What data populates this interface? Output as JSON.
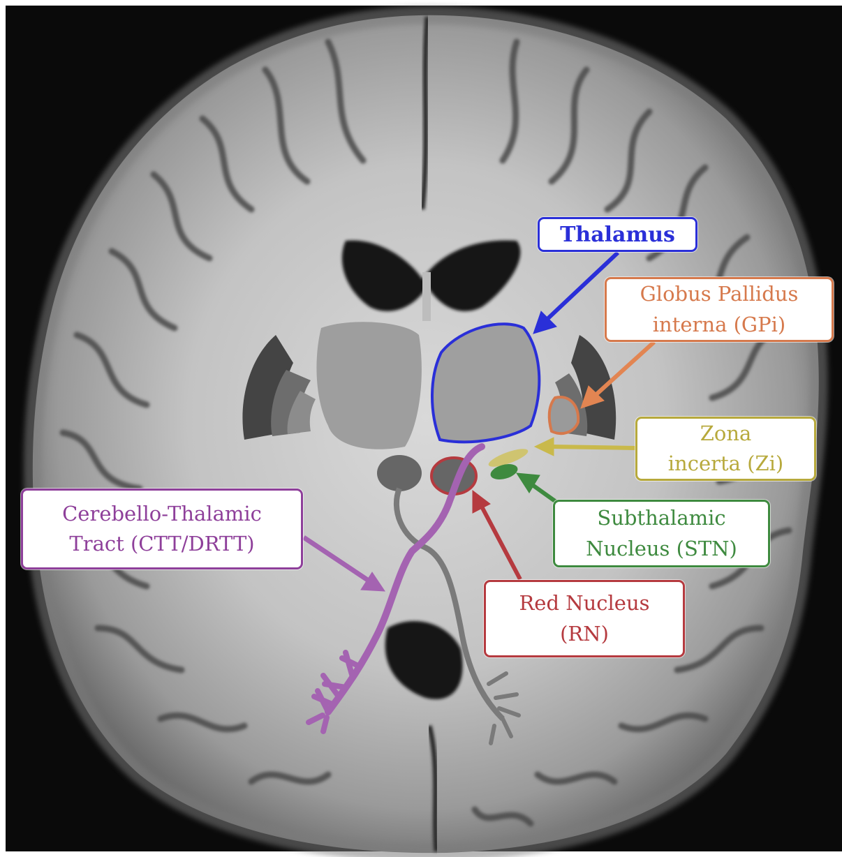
{
  "labels": {
    "thalamus": {
      "lines": [
        "Thalamus"
      ],
      "color": "#2a2fd8"
    },
    "gpi": {
      "lines": [
        "Globus Pallidus",
        "interna (GPi)"
      ],
      "color": "#d6794c"
    },
    "zi": {
      "lines": [
        "Zona",
        "incerta (Zi)"
      ],
      "color": "#b7a93c"
    },
    "stn": {
      "lines": [
        "Subthalamic",
        "Nucleus (STN)"
      ],
      "color": "#3e8a3f"
    },
    "rn": {
      "lines": [
        "Red Nucleus",
        "(RN)"
      ],
      "color": "#b53a3f"
    },
    "ctt": {
      "lines": [
        "Cerebello-Thalamic",
        "Tract (CTT/DRTT)"
      ],
      "color": "#8e3f9a"
    }
  }
}
